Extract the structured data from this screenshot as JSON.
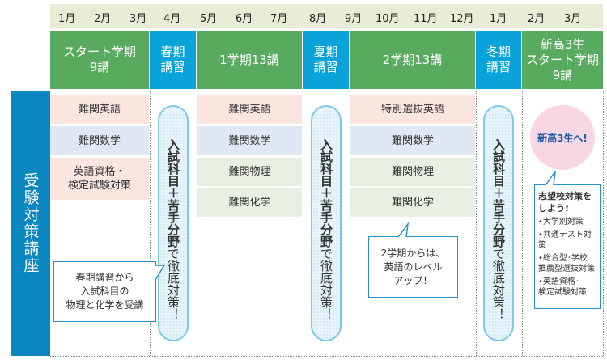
{
  "months": [
    "1月",
    "2月",
    "3月",
    "4月",
    "5月",
    "6月",
    "7月",
    "8月",
    "9月",
    "10月",
    "11月",
    "12月",
    "1月",
    "2月",
    "3月"
  ],
  "terms": [
    {
      "label": "スタート学期\n9講",
      "type": "regular"
    },
    {
      "label": "春期\n講習",
      "type": "seasonal"
    },
    {
      "label": "1学期13講",
      "type": "regular"
    },
    {
      "label": "夏期\n講習",
      "type": "seasonal"
    },
    {
      "label": "2学期13講",
      "type": "regular"
    },
    {
      "label": "冬期\n講習",
      "type": "seasonal"
    },
    {
      "label": "新高3生\nスタート学期\n9講",
      "type": "regular"
    }
  ],
  "side_label": "受験対策講座",
  "start_courses": [
    "難関英語",
    "難関数学",
    "英語資格・\n検定試験対策"
  ],
  "term1_courses": [
    "難関英語",
    "難関数学",
    "難関物理",
    "難関化学"
  ],
  "term2_courses": [
    "特別選抜英語",
    "難関数学",
    "難関物理",
    "難関化学"
  ],
  "pill": {
    "bold": "入試科目＋苦手分野",
    "normal": "で徹底対策！"
  },
  "callouts": {
    "spring": "春期講習から\n入試科目の\n物理と化学を受講",
    "term2": "2学期からは、\n英語のレベル\nアップ！"
  },
  "new3": {
    "circle": "新高3生へ!",
    "title": "志望校対策を\nしよう!",
    "items": [
      "•大学別対策",
      "•共通テスト対策",
      "•総合型･学校\n推薦型選抜対策",
      "•英語資格･\n検定試験対策"
    ]
  },
  "colors": {
    "green": "#58ab5e",
    "blue": "#0aa3d9",
    "side": "#0a86c0"
  }
}
